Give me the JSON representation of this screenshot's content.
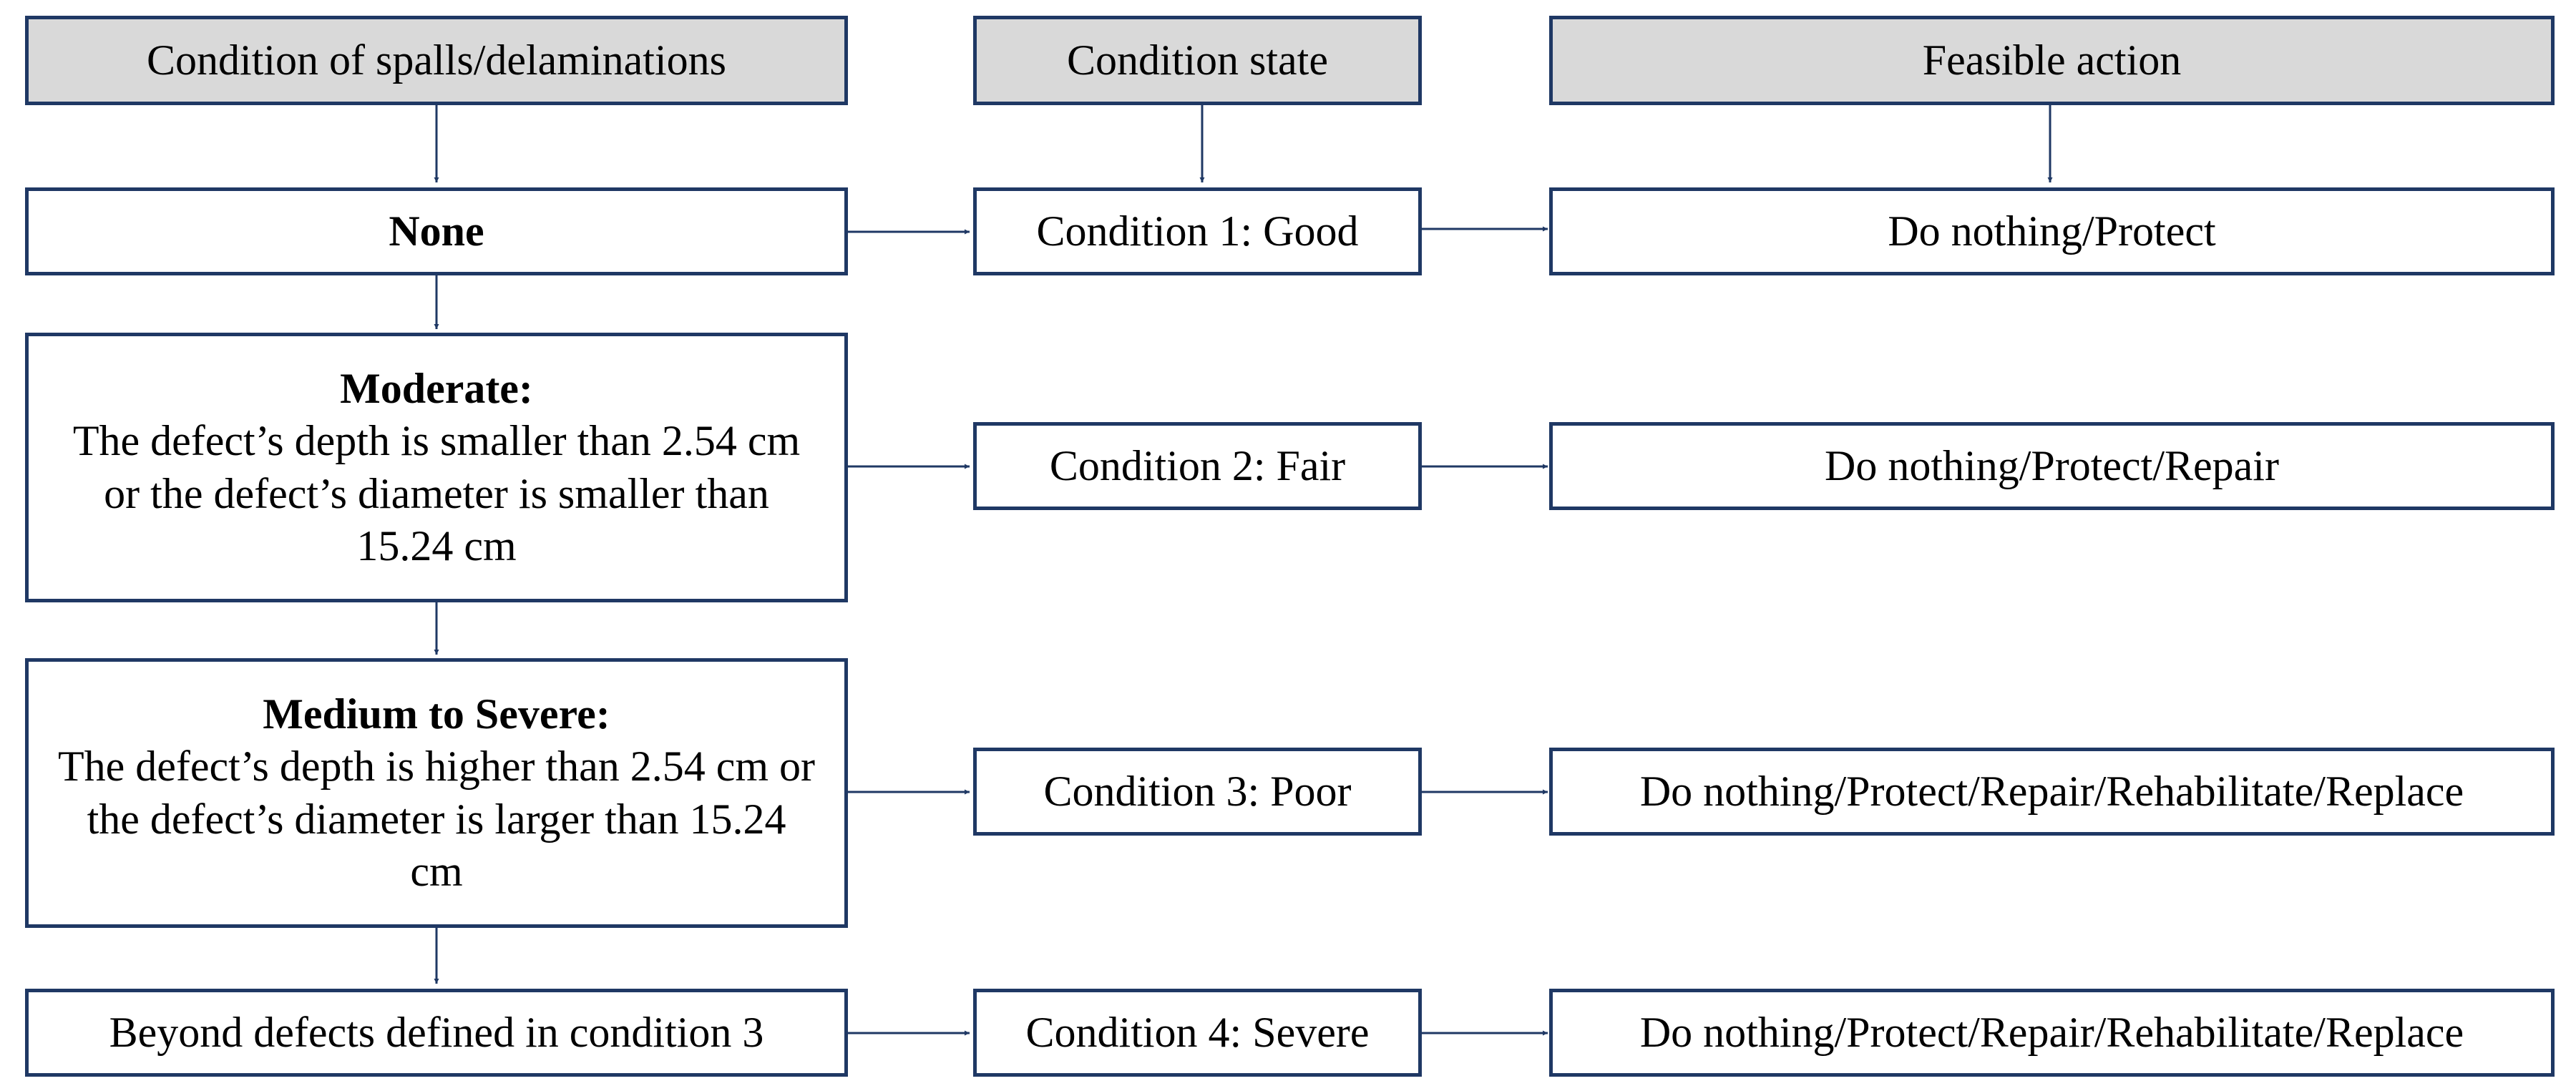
{
  "headers": {
    "condition": "Condition of spalls/delaminations",
    "state": "Condition state",
    "action": "Feasible action"
  },
  "conditions": [
    {
      "title": "None",
      "description": ""
    },
    {
      "title": "Moderate:",
      "description": "The defect’s depth is smaller than 2.54 cm or the defect’s diameter is smaller than 15.24 cm"
    },
    {
      "title": "Medium to Severe:",
      "description": "The defect’s depth is higher than 2.54 cm or the defect’s diameter is larger than 15.24 cm"
    },
    {
      "title": "",
      "description": "Beyond defects defined in condition 3"
    }
  ],
  "states": [
    "Condition 1: Good",
    "Condition 2: Fair",
    "Condition 3: Poor",
    "Condition 4: Severe"
  ],
  "actions": [
    "Do nothing/Protect",
    "Do nothing/Protect/Repair",
    "Do nothing/Protect/Repair/Rehabilitate/Replace",
    "Do nothing/Protect/Repair/Rehabilitate/Replace"
  ],
  "colors": {
    "border": "#1f3864",
    "header_fill": "#d9d9d9"
  }
}
